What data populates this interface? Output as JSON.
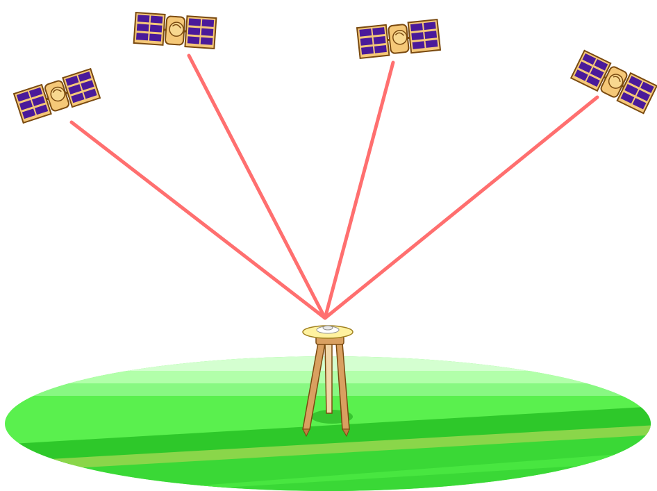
{
  "colors": {
    "background": "#ffffff",
    "signal_line": "#ff6f6f",
    "ground_light": "#d4ffd0",
    "ground_mid": "#5af04e",
    "ground_dark": "#2ec82a",
    "ground_stripe": "#8ad64a",
    "satellite_body": "#f5c878",
    "satellite_outline": "#7a4a10",
    "solar_panel": "#4a1a9a",
    "tripod_leg": "#d9a060",
    "antenna_disc": "#fff2a0"
  },
  "icons": {
    "satellite": "satellite-icon",
    "receiver": "gnss-receiver-tripod-icon",
    "ground": "ground-ellipse"
  },
  "diagram": {
    "satellite_count": 4,
    "receiver_count": 1,
    "connections": [
      {
        "from": "satellite-1",
        "to": "receiver"
      },
      {
        "from": "satellite-2",
        "to": "receiver"
      },
      {
        "from": "satellite-3",
        "to": "receiver"
      },
      {
        "from": "satellite-4",
        "to": "receiver"
      }
    ]
  }
}
